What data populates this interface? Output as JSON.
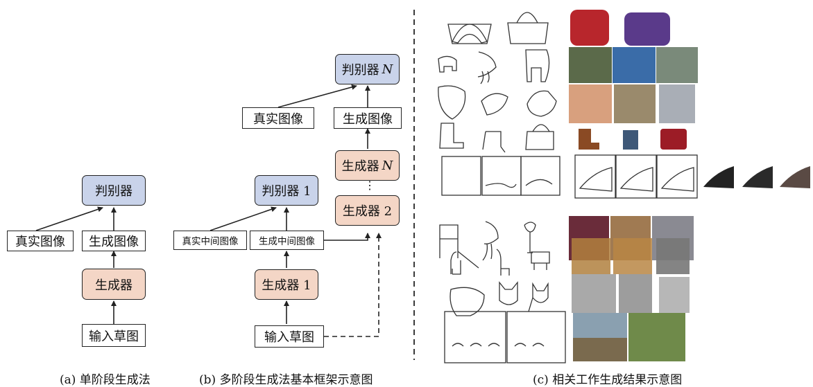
{
  "panel_a": {
    "discriminator": "判别器",
    "real_image": "真实图像",
    "generated_image": "生成图像",
    "generator": "生成器",
    "input_sketch": "输入草图",
    "caption": "(a) 单阶段生成法"
  },
  "panel_b": {
    "discriminator_n": "判别器",
    "n_label": "N",
    "real_image": "真实图像",
    "generated_image": "生成图像",
    "generator_n": "生成器",
    "generator_2": "生成器 2",
    "ellipsis": "⋮",
    "discriminator_1": "判别器 1",
    "real_intermediate": "真实中间图像",
    "generated_intermediate": "生成中间图像",
    "generator_1": "生成器 1",
    "input_sketch": "输入草图",
    "caption": "(b) 多阶段生成法基本框架示意图"
  },
  "panel_c": {
    "caption": "(c) 相关工作生成结果示意图"
  },
  "colors": {
    "discriminator_fill": "#c9d3ea",
    "generator_fill": "#f4d6c6"
  }
}
